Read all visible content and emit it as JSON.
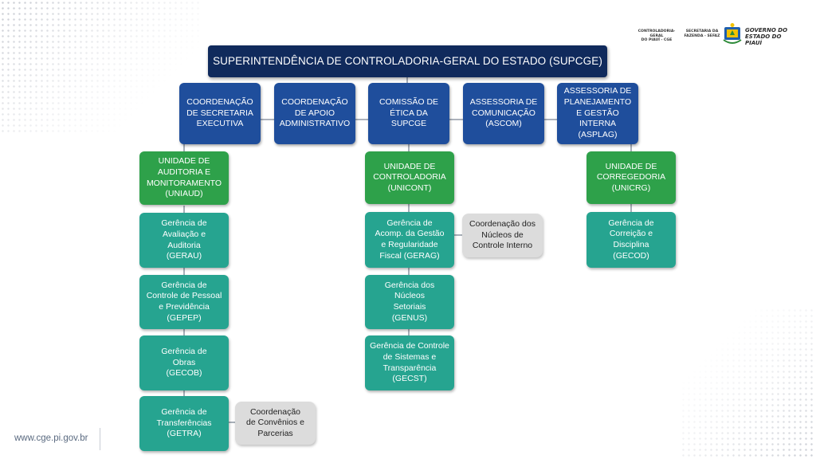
{
  "header": {
    "cge_label": "CONTROLADORIA-GERAL\nDO PIAUÍ - CGE",
    "sefaz_label": "SECRETARIA DA\nFAZENDA - SEFAZ",
    "gov_label": "GOVERNO DO\nESTADO DO PIAUÍ",
    "crest_icon": "piaui-coat-of-arms-icon"
  },
  "org": {
    "root": "SUPERINTENDÊNCIA DE CONTROLADORIA-GERAL DO ESTADO (SUPCGE)",
    "level1": [
      "COORDENAÇÃO\nDE SECRETARIA\nEXECUTIVA",
      "COORDENAÇÃO\nDE APOIO\nADMINISTRATIVO",
      "COMISSÃO DE\nÉTICA DA\nSUPCGE",
      "ASSESSORIA DE\nCOMUNICAÇÃO\n(ASCOM)",
      "ASSESSORIA DE\nPLANEJAMENTO\nE GESTÃO\nINTERNA\n(ASPLAG)"
    ],
    "units": {
      "uniaud": {
        "title": "UNIDADE DE\nAUDITORIA E\nMONITORAMENTO\n(UNIAUD)",
        "managements": [
          "Gerência de\nAvaliação e\nAuditoria\n(GERAU)",
          "Gerência de\nControle de Pessoal\ne Previdência\n(GEPEP)",
          "Gerência de\nObras\n(GECOB)",
          "Gerência de\nTransferências\n(GETRA)"
        ],
        "coordination": "Coordenação\nde Convênios e\nParcerias"
      },
      "unicont": {
        "title": "UNIDADE DE\nCONTROLADORIA\n(UNICONT)",
        "managements": [
          "Gerência de\nAcomp. da Gestão\ne Regularidade\nFiscal (GERAG)",
          "Gerência dos\nNúcleos\nSetoriais\n(GENUS)",
          "Gerência de Controle\nde Sistemas e\nTransparência\n(GECST)"
        ],
        "coordination": "Coordenação dos\nNúcleos de\nControle Interno"
      },
      "unicrg": {
        "title": "UNIDADE DE\nCORREGEDORIA\n(UNICRG)",
        "managements": [
          "Gerência de\nCorreição e\nDisciplina\n(GECOD)"
        ]
      }
    }
  },
  "footer": {
    "website": "www.cge.pi.gov.br"
  },
  "colors": {
    "navy": "#102a5c",
    "blue": "#1f4e9c",
    "green": "#2ea14a",
    "teal": "#26a490",
    "grey": "#dcdcdc"
  }
}
